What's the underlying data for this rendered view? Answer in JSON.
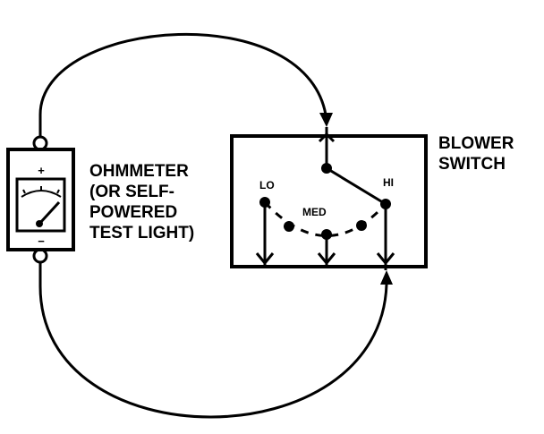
{
  "diagram": {
    "ohmmeter_label": [
      "OHMMETER",
      "(OR SELF-",
      "POWERED",
      "TEST LIGHT)"
    ],
    "ohmmeter_plus": "+",
    "ohmmeter_minus": "−",
    "switch_label": [
      "BLOWER",
      "SWITCH"
    ],
    "positions": {
      "lo": "LO",
      "med": "MED",
      "hi": "HI"
    }
  },
  "colors": {
    "ink": "#000000",
    "background": "#ffffff"
  }
}
